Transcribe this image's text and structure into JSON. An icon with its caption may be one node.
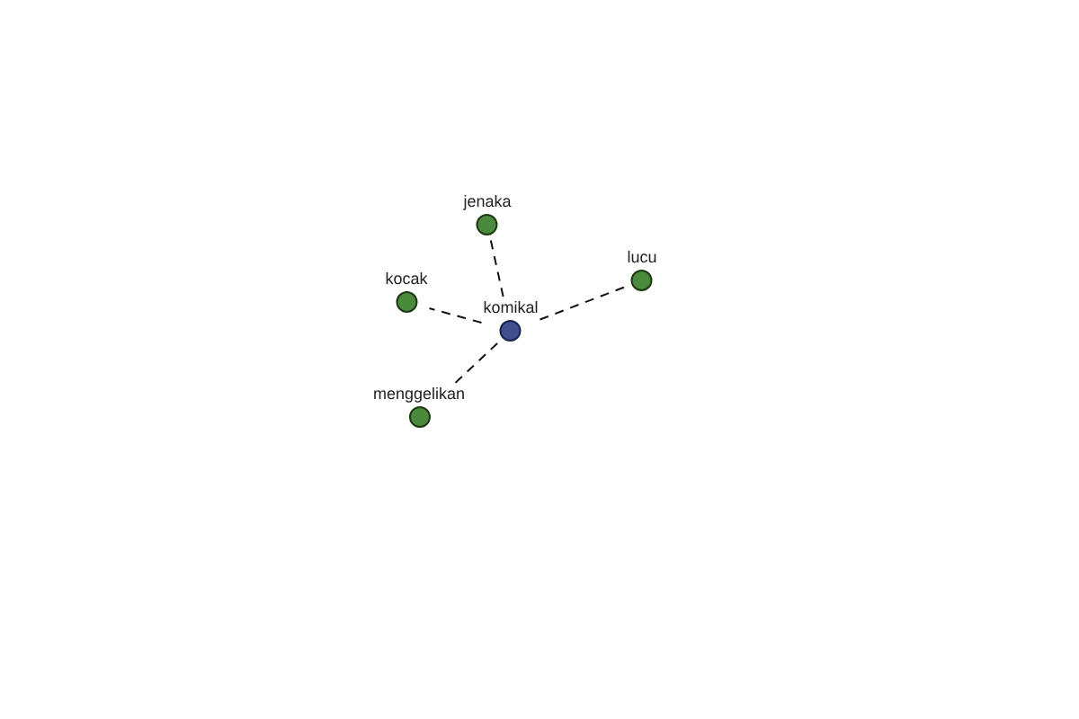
{
  "diagram": {
    "nodes": [
      {
        "text": [
          "jenaka"
        ]
      },
      {
        "text": [
          "lucu"
        ]
      },
      {
        "text": [
          "kocak"
        ]
      },
      {
        "text": [
          "komikal"
        ]
      },
      {
        "text": [
          "menggelikan"
        ]
      }
    ],
    "edges": [
      {
        "from": 3,
        "to": 0,
        "arrow": "none",
        "style": "dashed"
      },
      {
        "from": 3,
        "to": 1,
        "arrow": "none",
        "style": "dashed"
      },
      {
        "from": 3,
        "to": 2,
        "arrow": "none",
        "style": "dashed"
      },
      {
        "from": 3,
        "to": 4,
        "arrow": "none",
        "style": "dashed"
      }
    ]
  }
}
